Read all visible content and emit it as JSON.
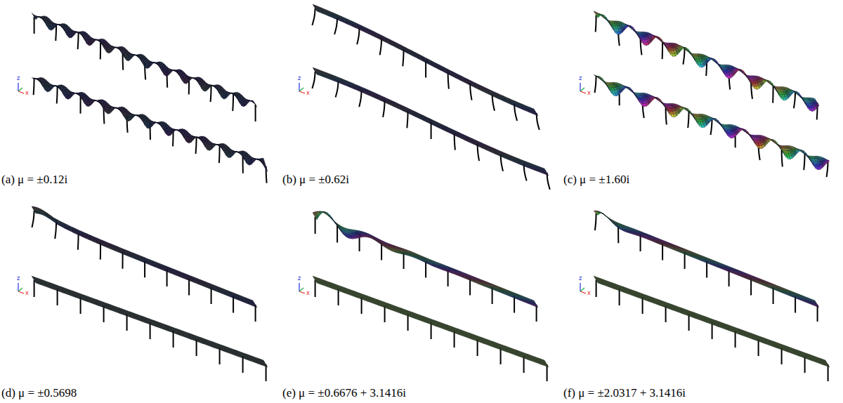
{
  "diagram": {
    "labels": [
      "(a) μ = ±0.12i",
      "(b) μ = ±0.62i",
      "(c) μ = ±1.60i",
      "(d) μ = ±0.5698",
      "(e) μ = ±0.6676 + 3.1416i",
      "(f) μ = ±2.0317 + 3.1416i",
      "z",
      "x",
      "z",
      "x",
      "z",
      "x",
      "z",
      "x",
      "z",
      "x",
      "z",
      "x"
    ]
  }
}
